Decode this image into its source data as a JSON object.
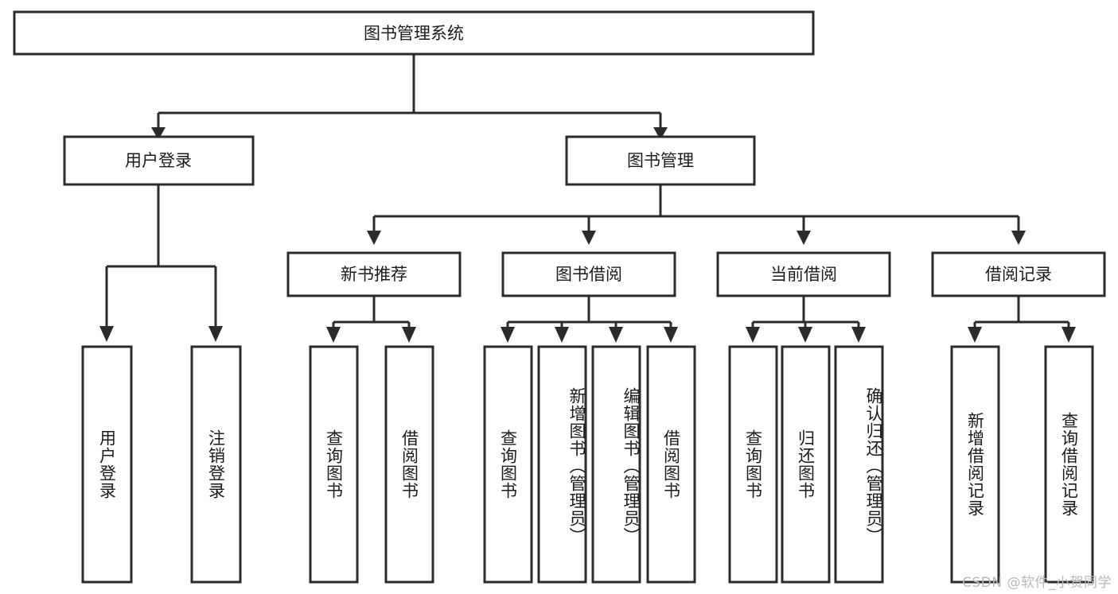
{
  "diagram": {
    "type": "hierarchy-tree",
    "title": "图书管理系统",
    "root": {
      "label": "图书管理系统"
    },
    "level2": [
      {
        "label": "用户登录"
      },
      {
        "label": "图书管理"
      }
    ],
    "level3": [
      {
        "label": "新书推荐"
      },
      {
        "label": "图书借阅"
      },
      {
        "label": "当前借阅"
      },
      {
        "label": "借阅记录"
      }
    ],
    "leaves": {
      "user_login": [
        {
          "label": "用户登录"
        },
        {
          "label": "注销登录"
        }
      ],
      "new_book_recommend": [
        {
          "label": "查询图书"
        },
        {
          "label": "借阅图书"
        }
      ],
      "book_borrow": [
        {
          "label": "查询图书"
        },
        {
          "label": "新增图书（管理员）"
        },
        {
          "label": "编辑图书（管理员）"
        },
        {
          "label": "借阅图书"
        }
      ],
      "current_borrow": [
        {
          "label": "查询图书"
        },
        {
          "label": "归还图书"
        },
        {
          "label": "确认归还（管理员）"
        }
      ],
      "borrow_record": [
        {
          "label": "新增借阅记录"
        },
        {
          "label": "查询借阅记录"
        }
      ]
    },
    "colors": {
      "stroke": "#2b2b2b",
      "fill": "#ffffff",
      "text": "#1b1b1b",
      "watermark": "#b9b9b9"
    }
  },
  "watermark": {
    "text": "CSDN @软件_小贺同学"
  }
}
